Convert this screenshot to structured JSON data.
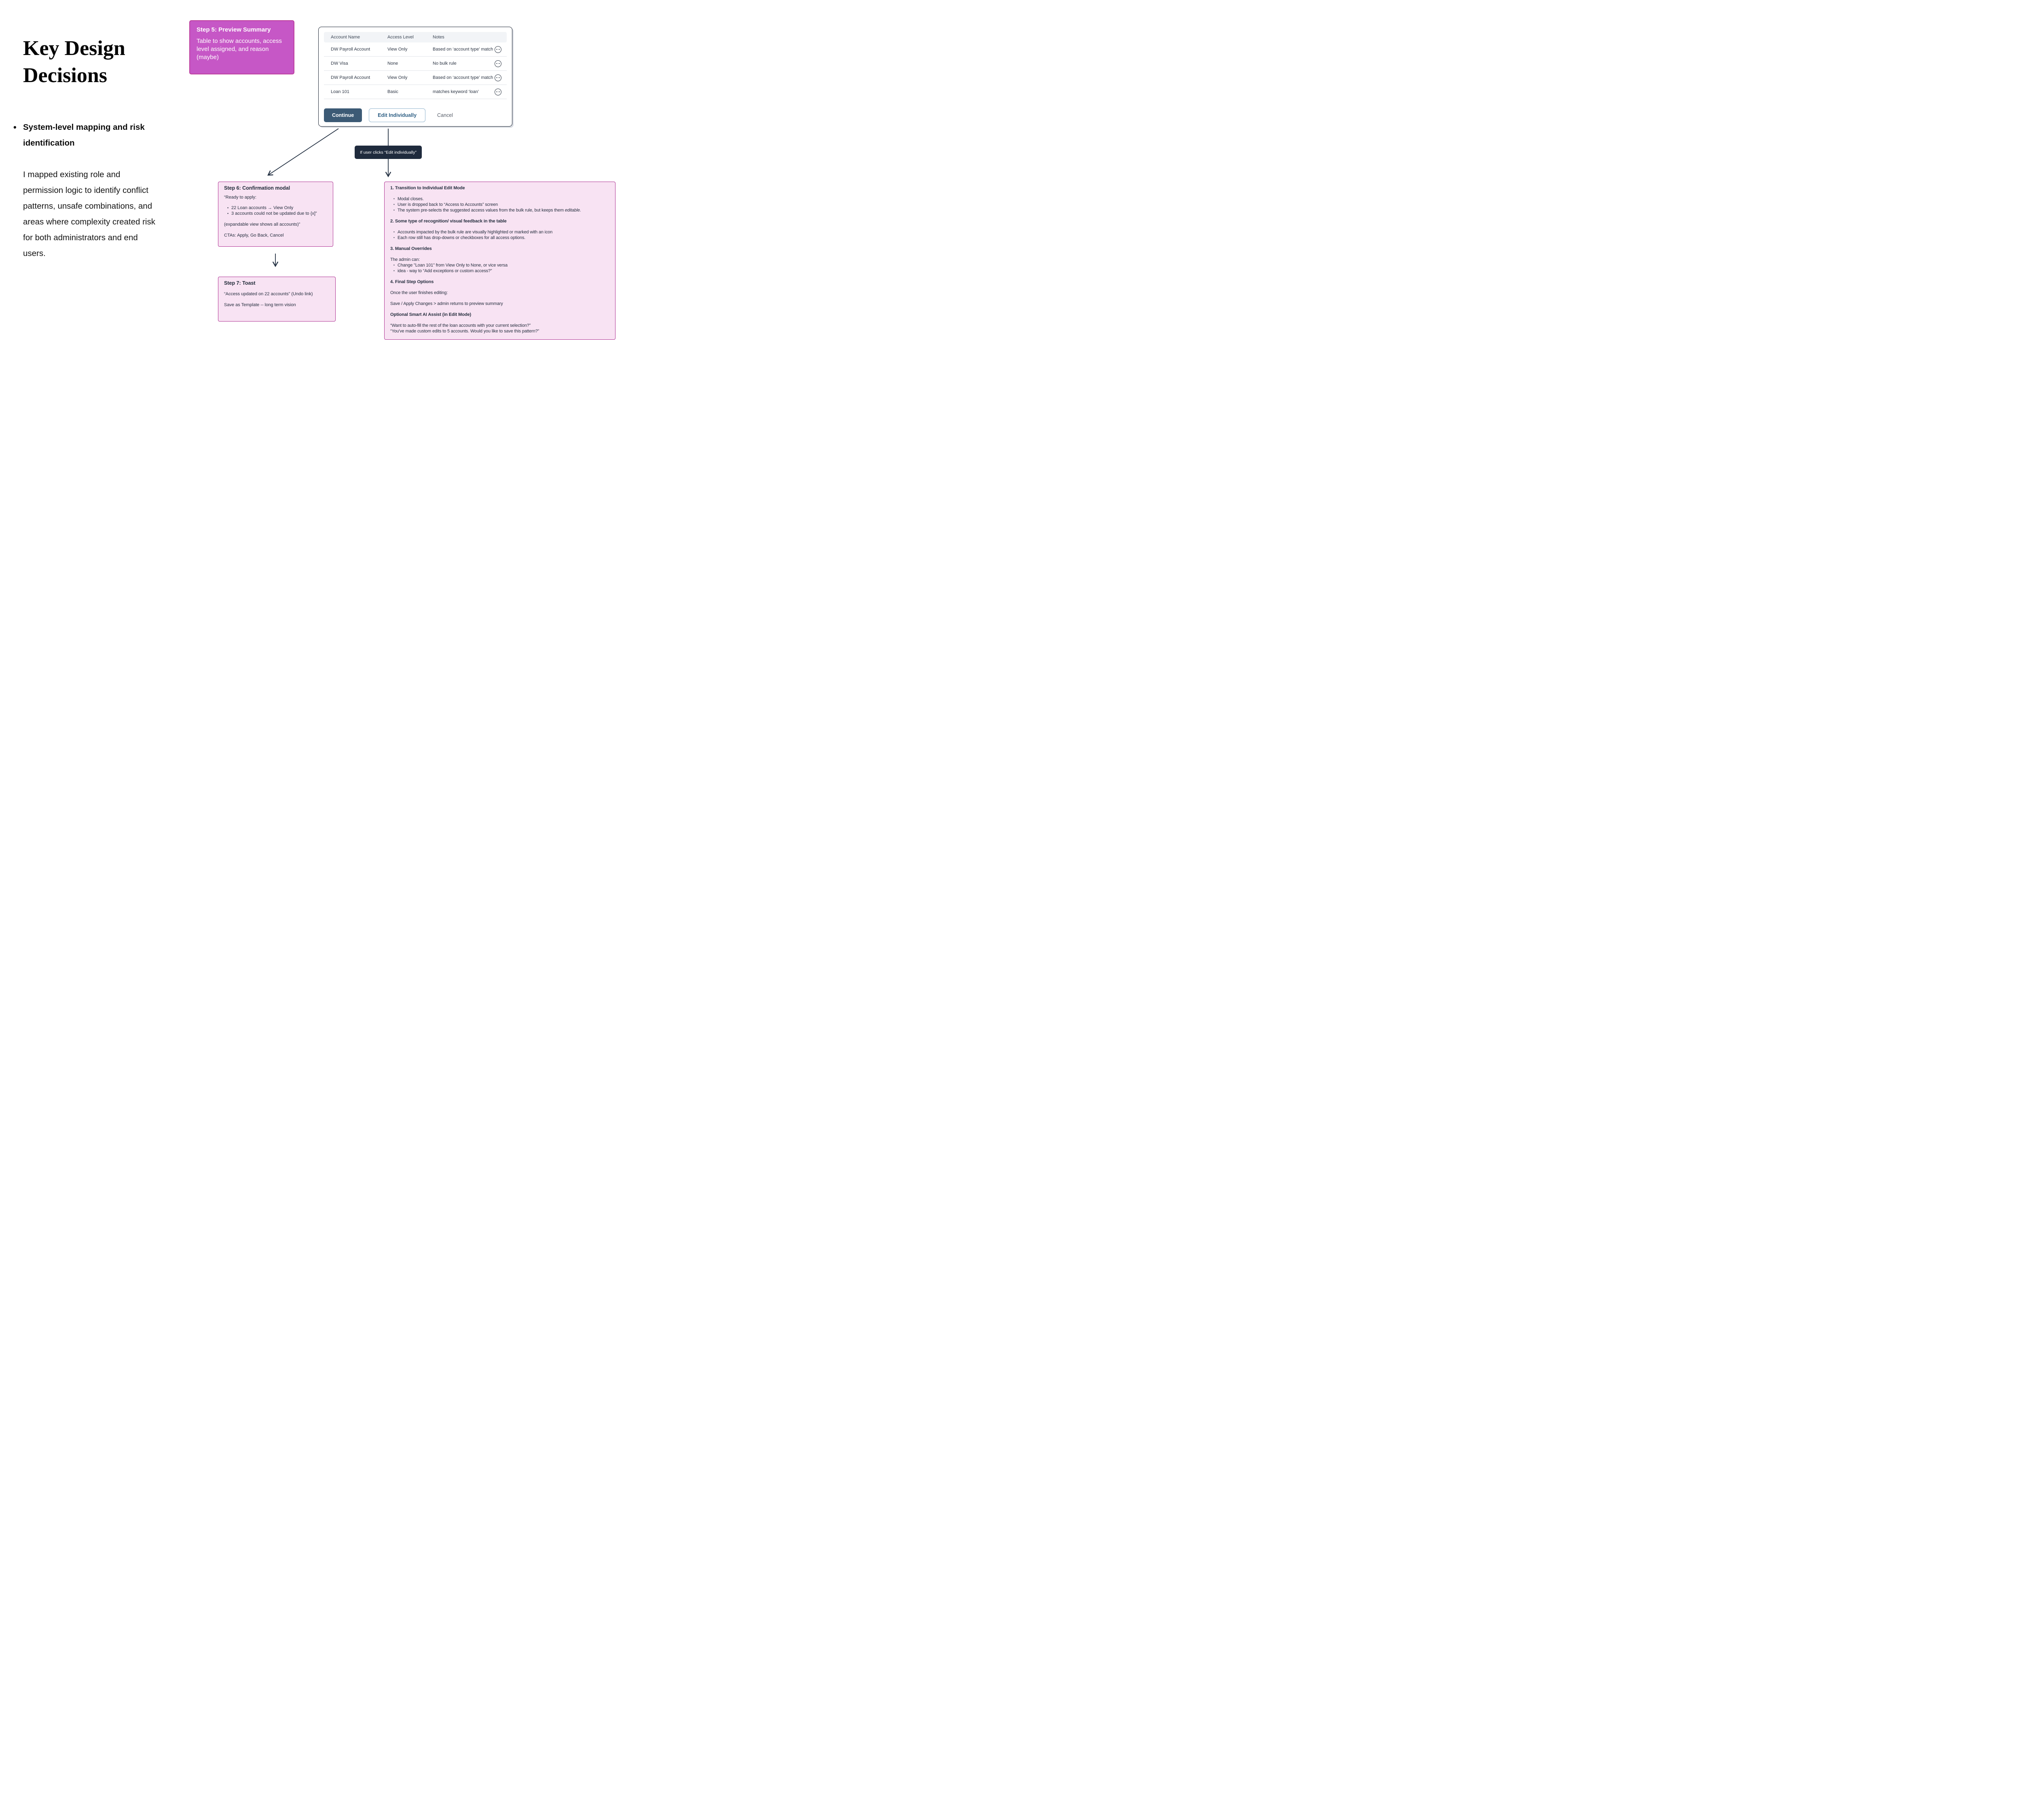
{
  "left": {
    "title": "Key Design Decisions",
    "bullet_heading": "System-level mapping and risk identification",
    "paragraph": "I mapped existing role and permission logic to identify conflict patterns, unsafe combinations, and areas where complexity created risk for both administrators and end users."
  },
  "step5": {
    "title": "Step 5: Preview Summary",
    "body": "Table to show accounts, access level assigned, and reason (maybe)"
  },
  "modal": {
    "table": {
      "headers": [
        "Account Name",
        "Access Level",
        "Notes"
      ],
      "row_action_icon": "ellipsis-circle",
      "rows": [
        {
          "account": "DW Payroll Account",
          "access": "View Only",
          "notes": "Based on ‘account type’ match"
        },
        {
          "account": "DW Visa",
          "access": "None",
          "notes": "No bulk rule"
        },
        {
          "account": "DW Payroll Account",
          "access": "View Only",
          "notes": "Based on ‘account type’ match"
        },
        {
          "account": "Loan 101",
          "access": "Basic",
          "notes": "matches keyword ‘loan’"
        }
      ]
    },
    "buttons": {
      "continue": "Continue",
      "edit_individually": "Edit Individually",
      "cancel": "Cancel"
    }
  },
  "tooltip": {
    "label": "If user clicks “Edit individually”"
  },
  "step6": {
    "title": "Step 6:  Confirmation modal",
    "intro": "“Ready to apply:",
    "bullets": [
      "22 Loan accounts → View Only",
      "3 accounts could not be updated due to {x]”"
    ],
    "note": "(expandable view shows all accounts)”",
    "ctas": "CTAs: Apply, Go Back, Cancel"
  },
  "step7": {
    "title": "Step 7: Toast",
    "line1": "“Access updated on 22 accounts” (Undo link)",
    "line2": "Save as Template -- long term vision"
  },
  "right_panel": {
    "sections": [
      {
        "heading": "1. Transition to Individual Edit Mode",
        "bullets": [
          "Modal closes.",
          "User is dropped back to “Access to Accounts” screen",
          "The system pre-selects the suggested access values from the bulk rule, but keeps them "
        ],
        "italic_suffix": "editable."
      },
      {
        "heading": "2. Some type of recognition/ visual feedback in the table",
        "bullets": [
          "Accounts impacted by the bulk rule are visually highlighted or marked with an icon",
          "Each row still has drop-downs or checkboxes for all access options."
        ]
      },
      {
        "heading": "3. Manual Overrides",
        "intro": "The admin can:",
        "bullets": [
          "Change \"Loan 101\" from View Only to None, or vice versa",
          "idea - way to “Add exceptions or custom access?”"
        ]
      },
      {
        "heading": "4. Final Step Options",
        "paragraphs": [
          "Once the user finishes editing:",
          "Save / Apply Changes > admin returns to preview summary"
        ]
      },
      {
        "heading": "Optional Smart AI Assist (in Edit Mode)",
        "paragraphs": [
          "“Want to auto-fill the rest of the loan accounts with your current selection?”",
          "“You've made custom edits to 5 accounts. Would you like to save this pattern?”"
        ]
      }
    ]
  },
  "colors": {
    "step5_fill": "#c657c6",
    "step5_border": "#bc3f9e",
    "pink_card_fill": "#f8e3f3",
    "pink_card_border": "#ad2f92",
    "tooltip_bg": "#1f2b3d",
    "continue_button": "#3c5a75",
    "arrow": "#243143",
    "table_header_bg": "#f2f4f7"
  }
}
